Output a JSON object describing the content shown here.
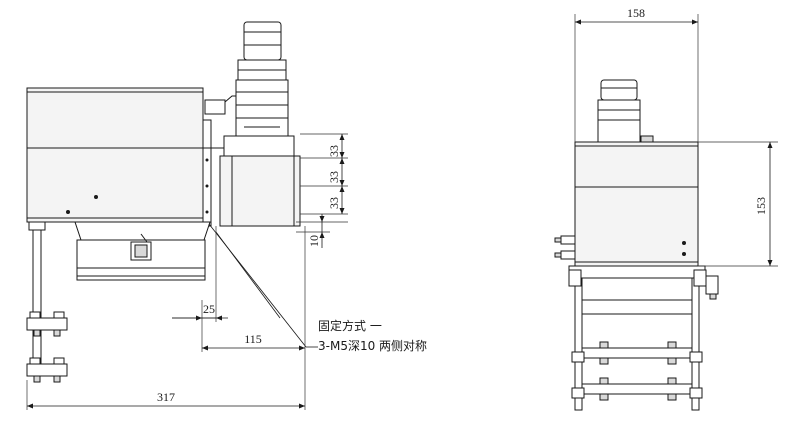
{
  "dimensions": {
    "overall_length": "317",
    "offset_115": "115",
    "offset_25": "25",
    "spacing_33_a": "33",
    "spacing_33_b": "33",
    "spacing_33_c": "33",
    "spacing_10": "10",
    "front_width": "158",
    "front_height": "153"
  },
  "note": {
    "line1": "固定方式 一",
    "line2": "3-M5深10 两侧对称"
  }
}
